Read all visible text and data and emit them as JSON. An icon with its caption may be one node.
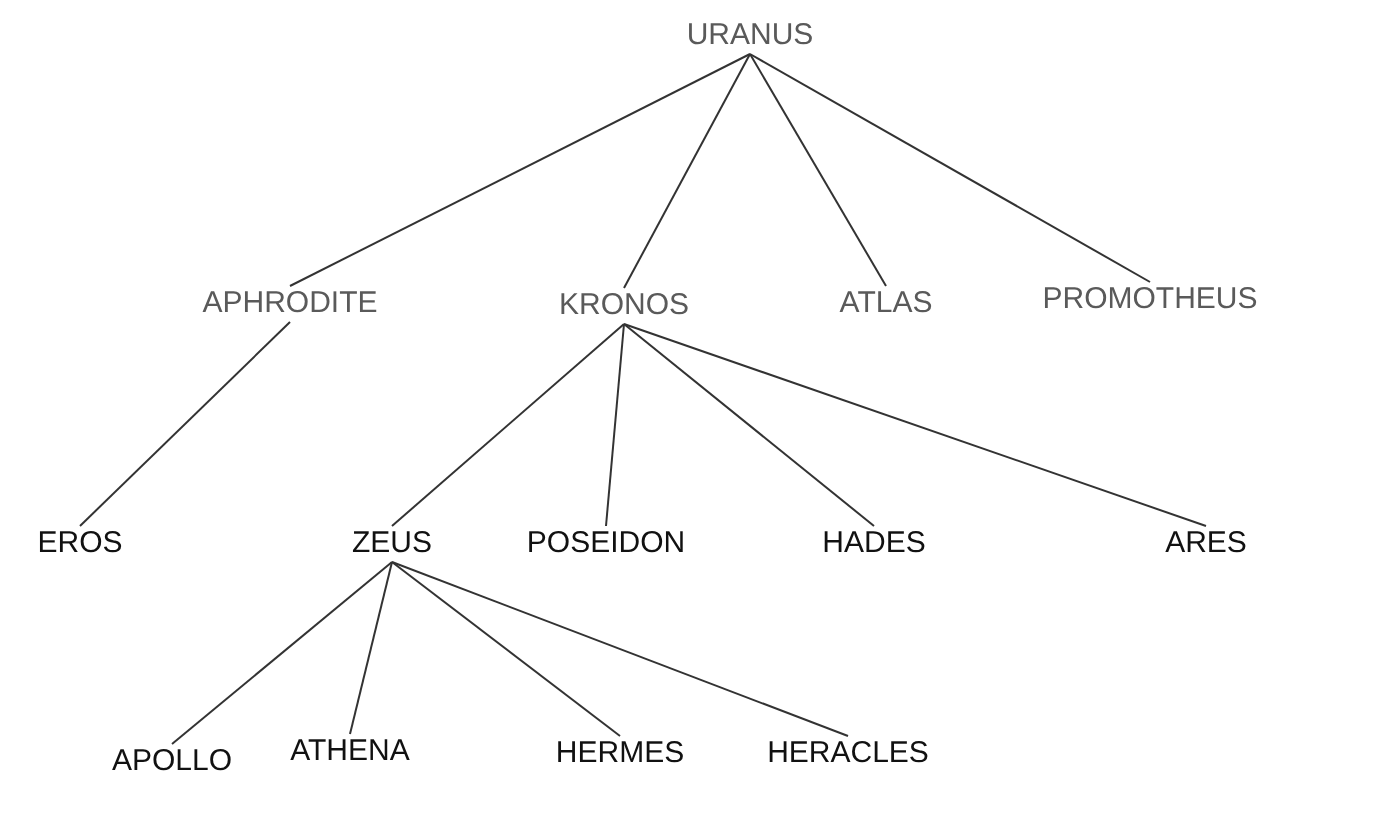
{
  "diagram": {
    "nodes": [
      {
        "text": [
          "URANUS"
        ]
      },
      {
        "text": [
          "APHRODITE"
        ]
      },
      {
        "text": [
          "KRONOS"
        ]
      },
      {
        "text": [
          "ATLAS"
        ]
      },
      {
        "text": [
          "PROMOTHEUS"
        ]
      },
      {
        "text": [
          "EROS"
        ]
      },
      {
        "text": [
          "ZEUS"
        ]
      },
      {
        "text": [
          "POSEIDON"
        ]
      },
      {
        "text": [
          "HADES"
        ]
      },
      {
        "text": [
          "ARES"
        ]
      },
      {
        "text": [
          "APOLLO"
        ]
      },
      {
        "text": [
          "ATHENA"
        ]
      },
      {
        "text": [
          "HERMES"
        ]
      },
      {
        "text": [
          "HERACLES"
        ]
      }
    ],
    "edges": [
      {
        "from": 0,
        "to": 1,
        "arrow": "none"
      },
      {
        "from": 0,
        "to": 2,
        "arrow": "none"
      },
      {
        "from": 0,
        "to": 3,
        "arrow": "none"
      },
      {
        "from": 0,
        "to": 4,
        "arrow": "none"
      },
      {
        "from": 1,
        "to": 5,
        "arrow": "none"
      },
      {
        "from": 2,
        "to": 6,
        "arrow": "none"
      },
      {
        "from": 2,
        "to": 7,
        "arrow": "none"
      },
      {
        "from": 2,
        "to": 8,
        "arrow": "none"
      },
      {
        "from": 2,
        "to": 9,
        "arrow": "none"
      },
      {
        "from": 6,
        "to": 10,
        "arrow": "none"
      },
      {
        "from": 6,
        "to": 11,
        "arrow": "none"
      },
      {
        "from": 6,
        "to": 12,
        "arrow": "none"
      },
      {
        "from": 6,
        "to": 13,
        "arrow": "none"
      }
    ]
  }
}
